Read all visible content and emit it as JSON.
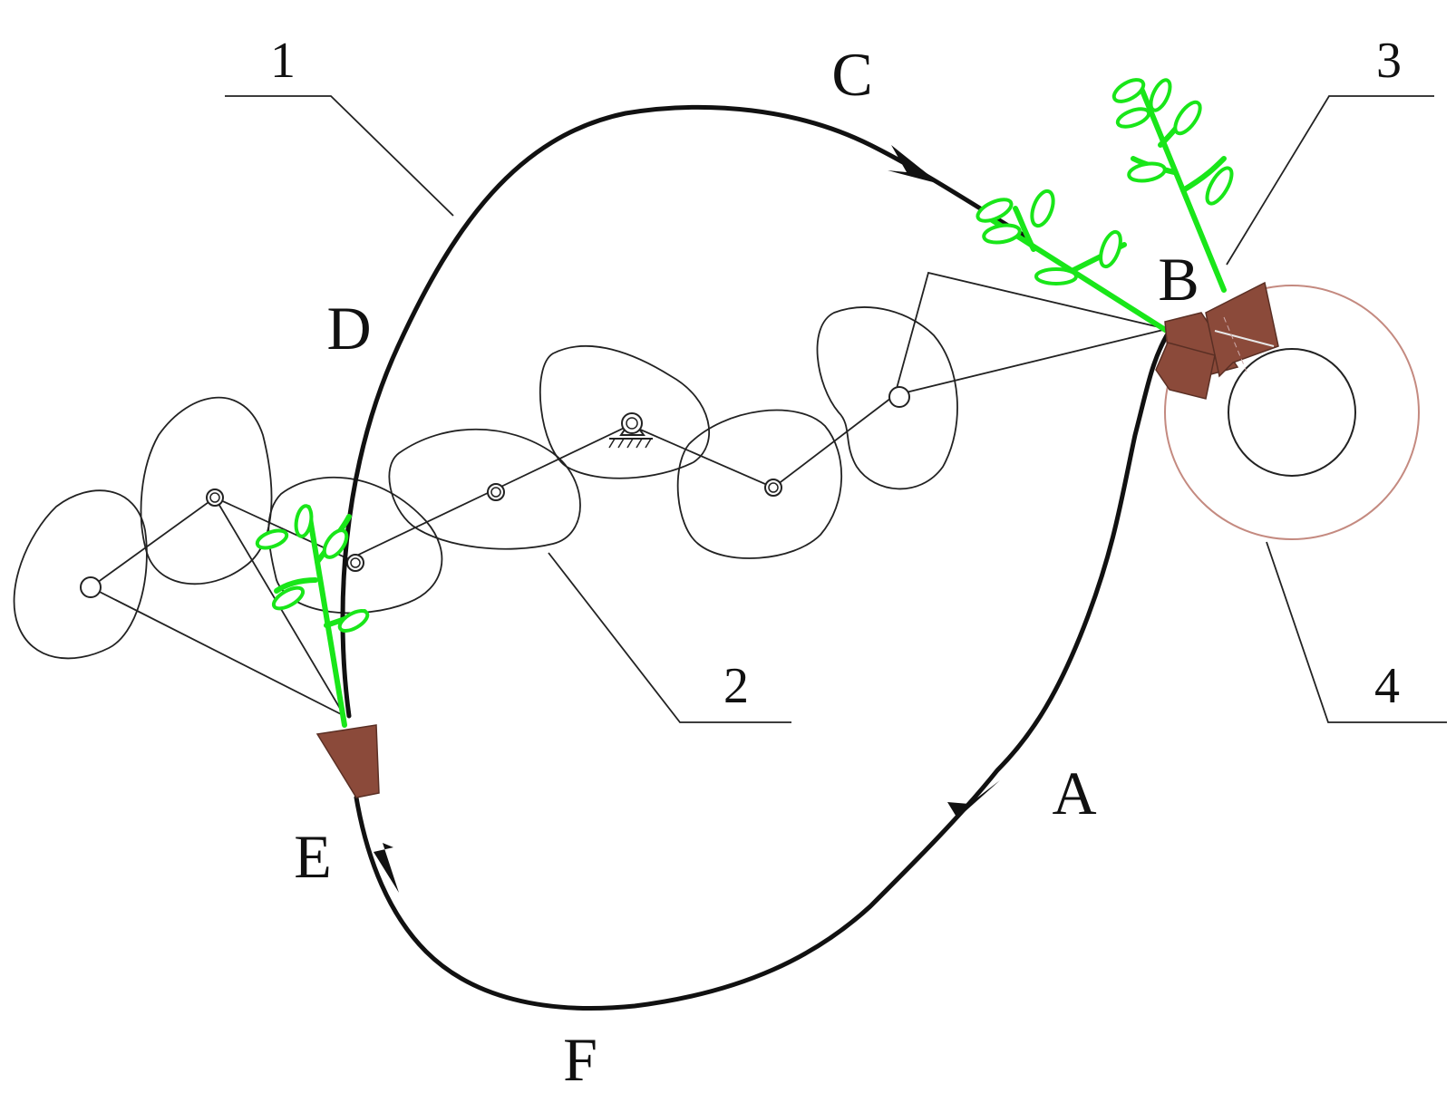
{
  "diagram": {
    "path_labels": {
      "A": "A",
      "B": "B",
      "C": "C",
      "D": "D",
      "E": "E",
      "F": "F"
    },
    "part_numbers": {
      "n1": "1",
      "n2": "2",
      "n3": "3",
      "n4": "4"
    },
    "colors": {
      "trajectory": "#111111",
      "linkage": "#222222",
      "seedling": "#19e619",
      "pot": "#8b4a3a",
      "tray_ring": "#c48a80"
    },
    "icons": {
      "fixed_pivot": "ground-hinge-icon",
      "seedling": "seedling-icon",
      "pot": "pot-icon"
    }
  }
}
